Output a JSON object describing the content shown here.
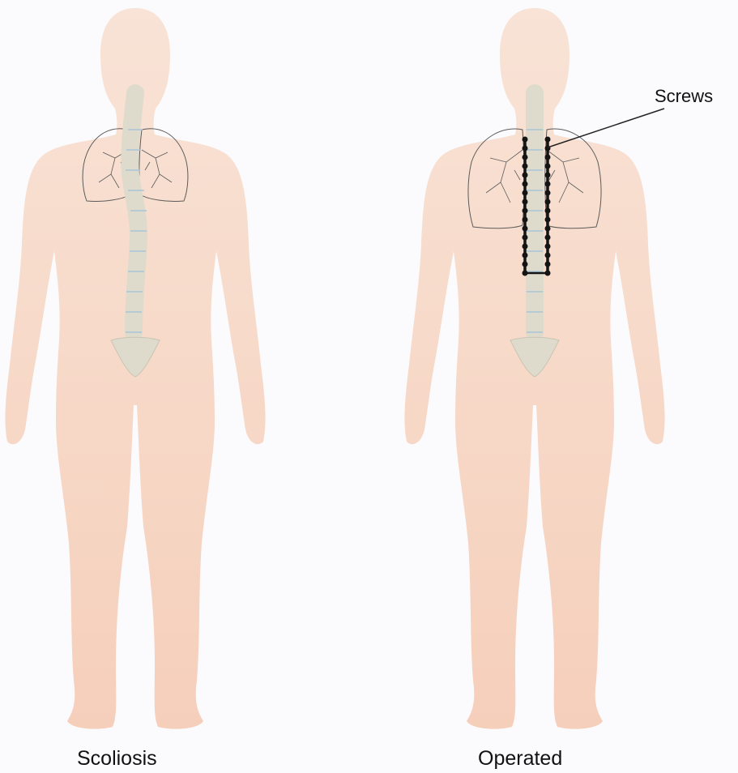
{
  "figures": {
    "left": {
      "caption": "Scoliosis"
    },
    "right": {
      "caption": "Operated"
    }
  },
  "annotation": {
    "label": "Screws"
  },
  "colors": {
    "background": "#fbfbfd",
    "skin_top": "#f8e1d3",
    "skin_bottom": "#f6d0bd",
    "vertebra": "#dedbcc",
    "disc": "#a8c4da",
    "lung_line": "#5b5b5b",
    "screw": "#141414"
  }
}
